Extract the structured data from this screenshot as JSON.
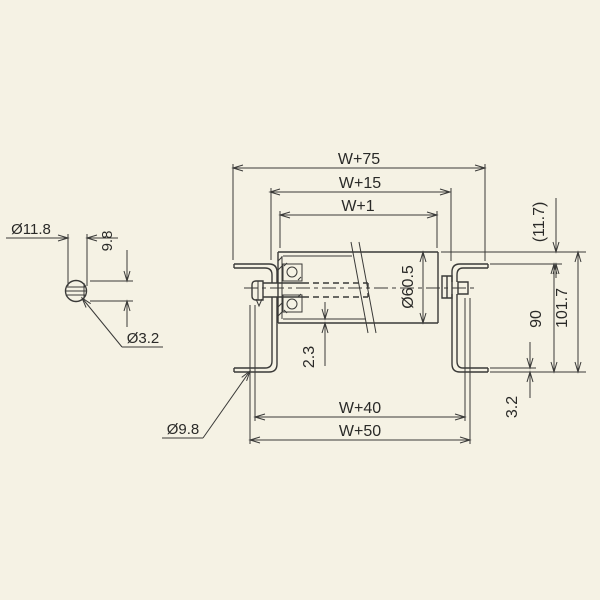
{
  "drawing": {
    "colors": {
      "background": "#f5f2e4",
      "line": "#3a3a38",
      "text": "#2a2a28"
    },
    "labels": {
      "width_overall": "W+75",
      "width_between_frames": "W+15",
      "roller_width": "W+1",
      "width_shaft": "W+40",
      "width_pin_ends": "W+50",
      "height_total": "101.7",
      "frame_height": "90",
      "roller_top_offset": "(11.7)",
      "flange_thickness": "3.2",
      "roller_diameter": "Ø60.5",
      "tube_wall_thickness": "2.3",
      "pin_cap_diameter": "Ø11.8",
      "pin_cap_width": "9.8",
      "spring_hole_diameter": "Ø3.2",
      "mount_hole_diameter": "Ø9.8"
    }
  }
}
